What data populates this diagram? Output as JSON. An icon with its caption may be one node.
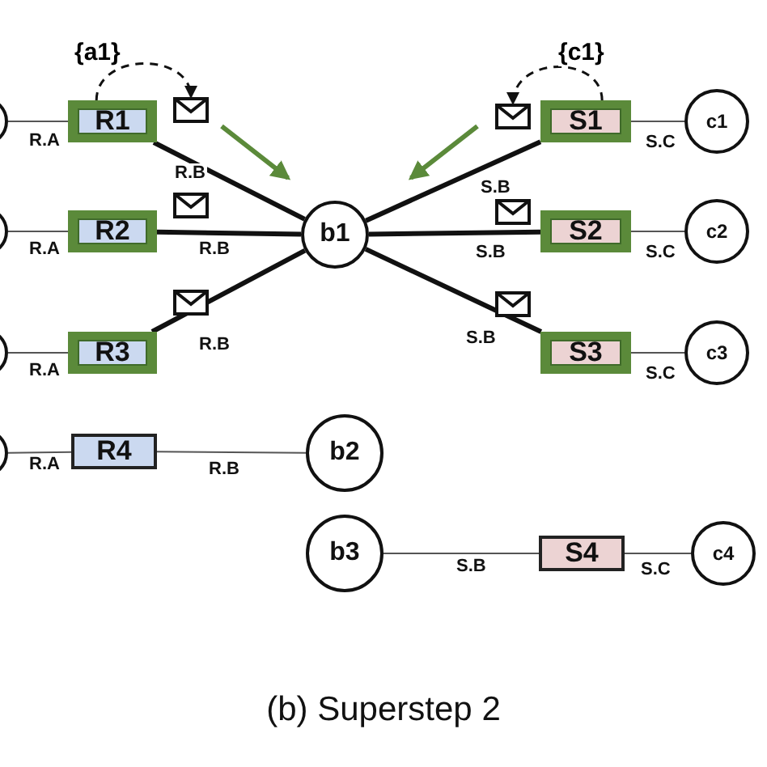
{
  "diagram": {
    "caption": "(b) Superstep 2",
    "nodes": [
      {
        "text": [],
        "shape": "circle"
      },
      {
        "text": [],
        "shape": "circle"
      },
      {
        "text": [],
        "shape": "circle"
      },
      {
        "text": [],
        "shape": "circle"
      },
      {
        "text": [
          "R1"
        ]
      },
      {
        "text": [
          "R2"
        ]
      },
      {
        "text": [
          "R3"
        ]
      },
      {
        "text": [
          "R4"
        ]
      },
      {
        "text": [
          "b1"
        ]
      },
      {
        "text": [
          "b2"
        ]
      },
      {
        "text": [
          "b3"
        ]
      },
      {
        "text": [
          "S1"
        ]
      },
      {
        "text": [
          "S2"
        ]
      },
      {
        "text": [
          "S3"
        ]
      },
      {
        "text": [
          "S4"
        ]
      },
      {
        "text": [
          "c1"
        ]
      },
      {
        "text": [
          "c2"
        ]
      },
      {
        "text": [
          "c3"
        ]
      },
      {
        "text": [
          "c4"
        ]
      },
      {
        "text": [],
        "shape": "envelope"
      },
      {
        "text": [],
        "shape": "envelope"
      }
    ],
    "edges": [
      {
        "from": 0,
        "to": 4,
        "arrow": "none",
        "label": "R.A"
      },
      {
        "from": 1,
        "to": 5,
        "arrow": "none",
        "label": "R.A"
      },
      {
        "from": 2,
        "to": 6,
        "arrow": "none",
        "label": "R.A"
      },
      {
        "from": 3,
        "to": 7,
        "arrow": "none",
        "label": "R.A"
      },
      {
        "from": 4,
        "to": 8,
        "arrow": "none",
        "label": "R.B",
        "style": "thick"
      },
      {
        "from": 5,
        "to": 8,
        "arrow": "none",
        "label": "R.B",
        "style": "thick"
      },
      {
        "from": 6,
        "to": 8,
        "arrow": "none",
        "label": "R.B",
        "style": "thick"
      },
      {
        "from": 7,
        "to": 9,
        "arrow": "none",
        "label": "R.B"
      },
      {
        "from": 11,
        "to": 8,
        "arrow": "none",
        "label": "S.B",
        "style": "thick"
      },
      {
        "from": 12,
        "to": 8,
        "arrow": "none",
        "label": "S.B",
        "style": "thick"
      },
      {
        "from": 13,
        "to": 8,
        "arrow": "none",
        "label": "S.B",
        "style": "thick"
      },
      {
        "from": 10,
        "to": 14,
        "arrow": "none",
        "label": "S.B"
      },
      {
        "from": 11,
        "to": 15,
        "arrow": "none",
        "label": "S.C"
      },
      {
        "from": 12,
        "to": 16,
        "arrow": "none",
        "label": "S.C"
      },
      {
        "from": 13,
        "to": 17,
        "arrow": "none",
        "label": "S.C"
      },
      {
        "from": 14,
        "to": 18,
        "arrow": "none",
        "label": "S.C"
      },
      {
        "from": 4,
        "to": 19,
        "arrow": "to",
        "label": "{a1}",
        "style": "dashed"
      },
      {
        "from": 11,
        "to": 20,
        "arrow": "to",
        "label": "{c1}",
        "style": "dashed"
      }
    ]
  }
}
